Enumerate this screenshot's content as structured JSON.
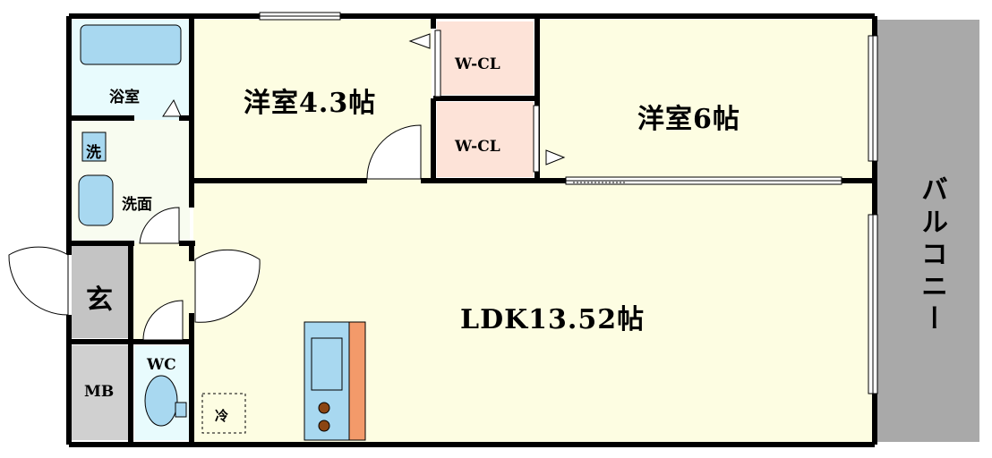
{
  "rooms": {
    "bath": "浴室",
    "washer": "洗",
    "washroom": "洗面",
    "entrance": "玄",
    "meter_box": "MB",
    "toilet": "WC",
    "western_room_1": "洋室4.3帖",
    "closet_1": "W-CL",
    "closet_2": "W-CL",
    "western_room_2": "洋室6帖",
    "ldk": "LDK13.52帖",
    "fridge": "冷",
    "balcony": "バルコニー"
  },
  "colors": {
    "wall": "#000000",
    "floor": "#fdfde2",
    "wet_area": "#e8fbfd",
    "closet": "#fde3d8",
    "entrance": "#c4c4c4",
    "meter_box": "#d0d0d0",
    "balcony": "#a9a9a9",
    "fixture_blue": "#a8d8f0",
    "counter_orange": "#f39a6a",
    "burner_brown": "#8b4513"
  }
}
